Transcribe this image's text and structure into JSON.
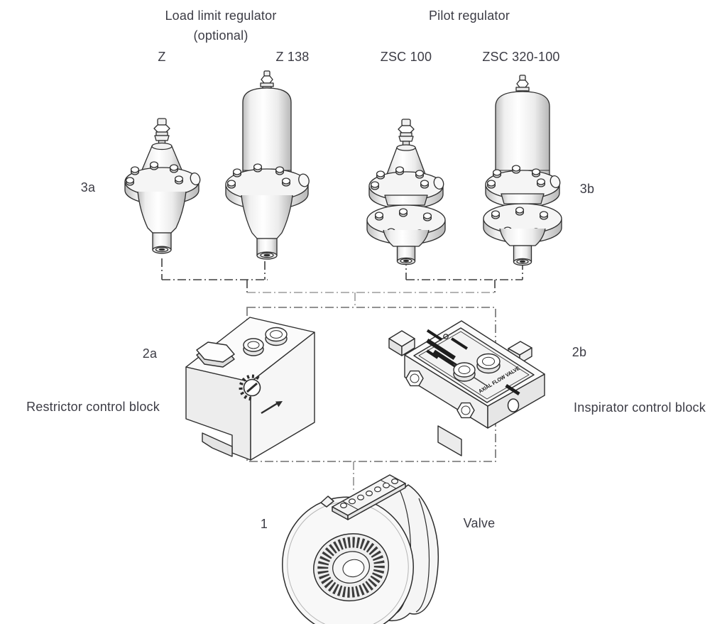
{
  "headers": {
    "load_limit": {
      "title": "Load limit regulator",
      "subtitle": "(optional)"
    },
    "pilot": {
      "title": "Pilot regulator"
    }
  },
  "models": {
    "z": "Z",
    "z138": "Z 138",
    "zsc100": "ZSC 100",
    "zsc320_100": "ZSC 320-100"
  },
  "callouts": {
    "left_regulators": "3a",
    "right_regulators": "3b",
    "restrictor": "2a",
    "inspirator": "2b",
    "valve": "1"
  },
  "blocks": {
    "restrictor": "Restrictor control block",
    "inspirator": "Inspirator control block",
    "inspirator_nameplate": "AXIAL FLOW VALVE"
  },
  "valve": {
    "label": "Valve"
  },
  "colors": {
    "text": "#3c3c45",
    "connector_dark": "#3f3f3f",
    "connector_light": "#9c9c9c",
    "connector_box": "#6e6e6e",
    "outline": "#2d2d2d",
    "background": "#ffffff"
  }
}
